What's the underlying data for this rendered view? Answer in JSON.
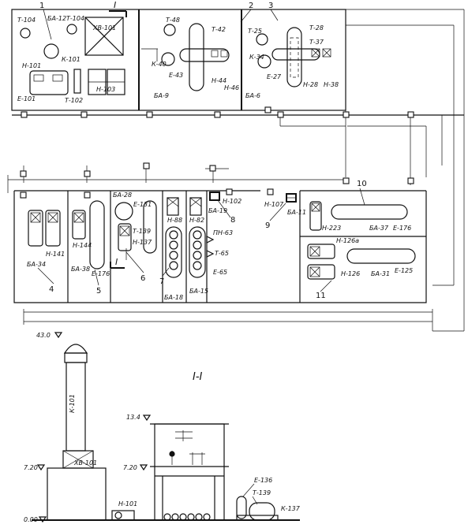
{
  "plan": {
    "upper_block": {
      "callouts": [
        "1",
        "2",
        "3"
      ],
      "bays": [
        {
          "name": "БА-12",
          "labels": [
            "Т-104",
            "Т-104",
            "ХВ-101",
            "К-101",
            "Н-101",
            "Т-102",
            "Н-103",
            "Е-101"
          ]
        },
        {
          "name": "БА-9",
          "labels": [
            "Т-48",
            "Т-42",
            "К-40",
            "Е-43",
            "Н-44",
            "Н-46"
          ]
        },
        {
          "name": "БА-6",
          "labels": [
            "Т-25",
            "К-34",
            "Е-27",
            "Т-28",
            "Т-37",
            "Н-28",
            "Н-38"
          ]
        }
      ]
    },
    "lower_block": {
      "callouts": [
        "4",
        "5",
        "6",
        "7",
        "8",
        "9",
        "10",
        "11"
      ],
      "bays": [
        {
          "name": "БА-34",
          "labels": [
            "Н-141"
          ]
        },
        {
          "name": "БА-38",
          "labels": [
            "Н-144",
            "Е-176"
          ]
        },
        {
          "name": "БА-28",
          "labels": [
            "Е-131",
            "Т-139",
            "Н-137"
          ]
        },
        {
          "name": "БА-18",
          "labels": [
            "Н-88",
            "ПН-63"
          ]
        },
        {
          "name": "БА-15",
          "labels": [
            "Н-82",
            "Т-65",
            "Е-65"
          ]
        },
        {
          "name": "БА-19",
          "labels": [
            "Н-102"
          ]
        },
        {
          "name": "БА-11",
          "labels": [
            "Н-107"
          ]
        },
        {
          "name": "БА-37",
          "labels": [
            "Н-223",
            "Е-176"
          ]
        },
        {
          "name": "БА-31",
          "labels": [
            "Н-126а",
            "Н-126",
            "Е-125"
          ]
        }
      ]
    },
    "section_marker": "I"
  },
  "section": {
    "title": "I-I",
    "elevations": [
      "43.0",
      "13.4",
      "7.20",
      "7.20",
      "0.00"
    ],
    "labels": [
      "К-101",
      "ХВ-101",
      "Н-101",
      "Е-136",
      "Т-139",
      "К-137"
    ]
  }
}
